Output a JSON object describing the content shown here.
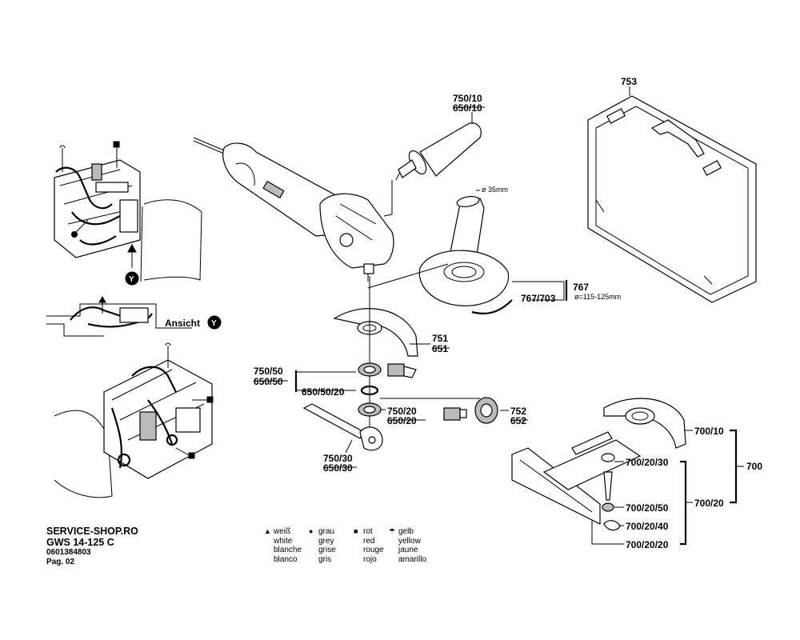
{
  "labels": {
    "p753": "753",
    "p750_10": "750/10",
    "p650_10": "650/10",
    "diam35": "ø 35mm",
    "p767": "767",
    "p767_703": "767/703",
    "diam115": "ø=115-125mm",
    "p751": "751",
    "p651": "651",
    "p750_50": "750/50",
    "p650_50": "650/50",
    "p650_50_20": "650/50/20",
    "p750_20": "750/20",
    "p650_20": "650/20",
    "p752": "752",
    "p652": "652",
    "p750_30": "750/30",
    "p650_30": "650/30",
    "p700_10": "700/10",
    "p700": "700",
    "p700_20_30": "700/20/30",
    "p700_20": "700/20",
    "p700_20_50": "700/20/50",
    "p700_20_40": "700/20/40",
    "p700_20_20": "700/20/20",
    "ansicht": "Ansicht",
    "y_marker": "Y"
  },
  "footer": {
    "brand": "SERVICE-SHOP.RO",
    "model": "GWS 14-125 C",
    "number": "0601384803",
    "page": "Pag. 02"
  },
  "legend": {
    "white": {
      "symbol": "▲",
      "lines": [
        "weiß",
        "white",
        "blanche",
        "blanco"
      ]
    },
    "grey": {
      "symbol": "●",
      "lines": [
        "grau",
        "grey",
        "grise",
        "gris"
      ]
    },
    "red": {
      "symbol": "■",
      "lines": [
        "rot",
        "red",
        "rouge",
        "rojo"
      ]
    },
    "yellow": {
      "symbol": "☂",
      "lines": [
        "gelb",
        "yellow",
        "jaune",
        "amarillo"
      ]
    }
  }
}
